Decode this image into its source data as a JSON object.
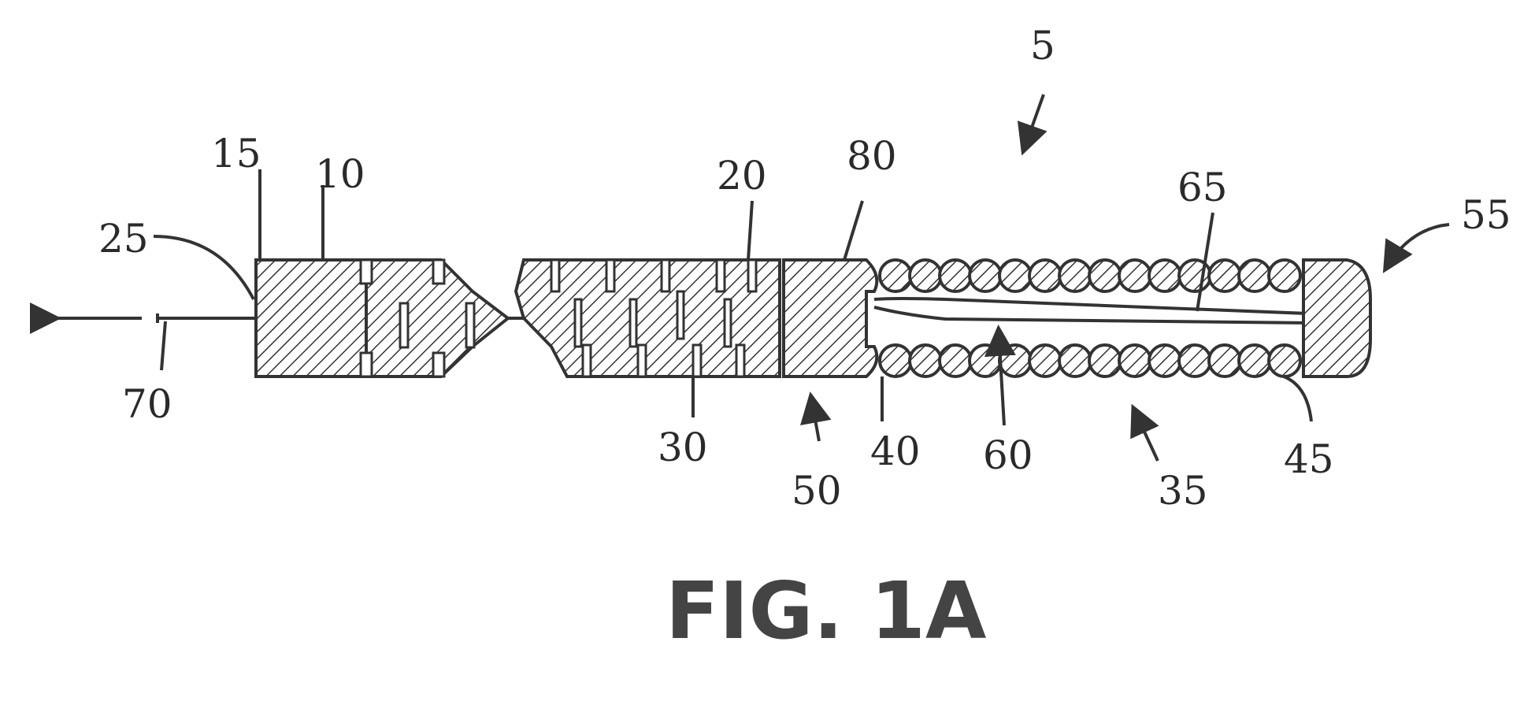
{
  "figure": {
    "caption": "FIG. 1A",
    "labels": {
      "l5": "5",
      "l10": "10",
      "l15": "15",
      "l20": "20",
      "l25": "25",
      "l30": "30",
      "l35": "35",
      "l40": "40",
      "l45": "45",
      "l50": "50",
      "l55": "55",
      "l60": "60",
      "l65": "65",
      "l70": "70",
      "l80": "80"
    }
  }
}
